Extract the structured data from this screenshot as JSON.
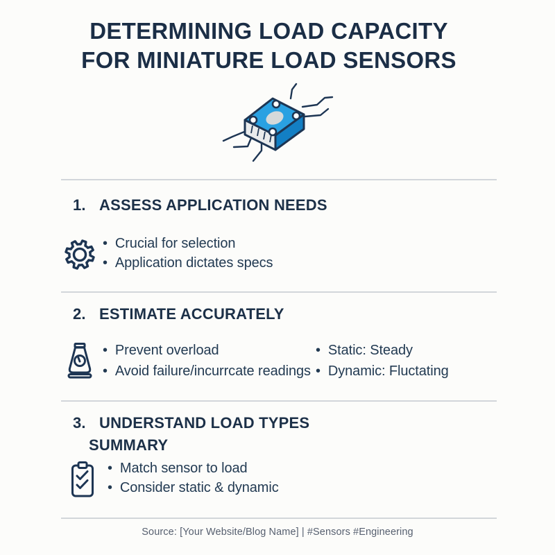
{
  "title": {
    "line1": "DETERMINING LOAD CAPACITY",
    "line2": "FOR MINIATURE LOAD SENSORS"
  },
  "hero": {
    "illustration": "miniature-load-sensor-chip-with-wires"
  },
  "sections": [
    {
      "number": "1.",
      "heading": "ASSESS APPLICATION NEEDS",
      "icon": "gear-icon",
      "bullets": [
        "Crucial for selection",
        "Application dictates specs"
      ]
    },
    {
      "number": "2.",
      "heading": "ESTIMATE ACCURATELY",
      "icon": "weight-scale-icon",
      "bullets_left": [
        "Prevent overload",
        "Avoid failure/incurrcate readings"
      ],
      "bullets_right": [
        "Static: Steady",
        "Dynamic: Fluctating"
      ]
    },
    {
      "number": "3.",
      "heading": "UNDERSTAND LOAD TYPES",
      "subheading": "SUMMARY",
      "icon": "clipboard-check-icon",
      "bullets": [
        "Match sensor to load",
        "Consider static & dynamic"
      ]
    }
  ],
  "footer": {
    "source": "Source: [Your Website/Blog Name] | #Sensors #Engineering"
  },
  "colors": {
    "navy_text": "#1c3048",
    "body_text": "#223a52",
    "sensor_blue_top": "#2aa1e2",
    "sensor_blue_side": "#137fc4",
    "sensor_gray_face": "#e9ebec",
    "sensor_pad_gray": "#d5d9da",
    "divider": "#d2d6da",
    "footer_text": "#576070",
    "background": "#fcfcfa"
  }
}
